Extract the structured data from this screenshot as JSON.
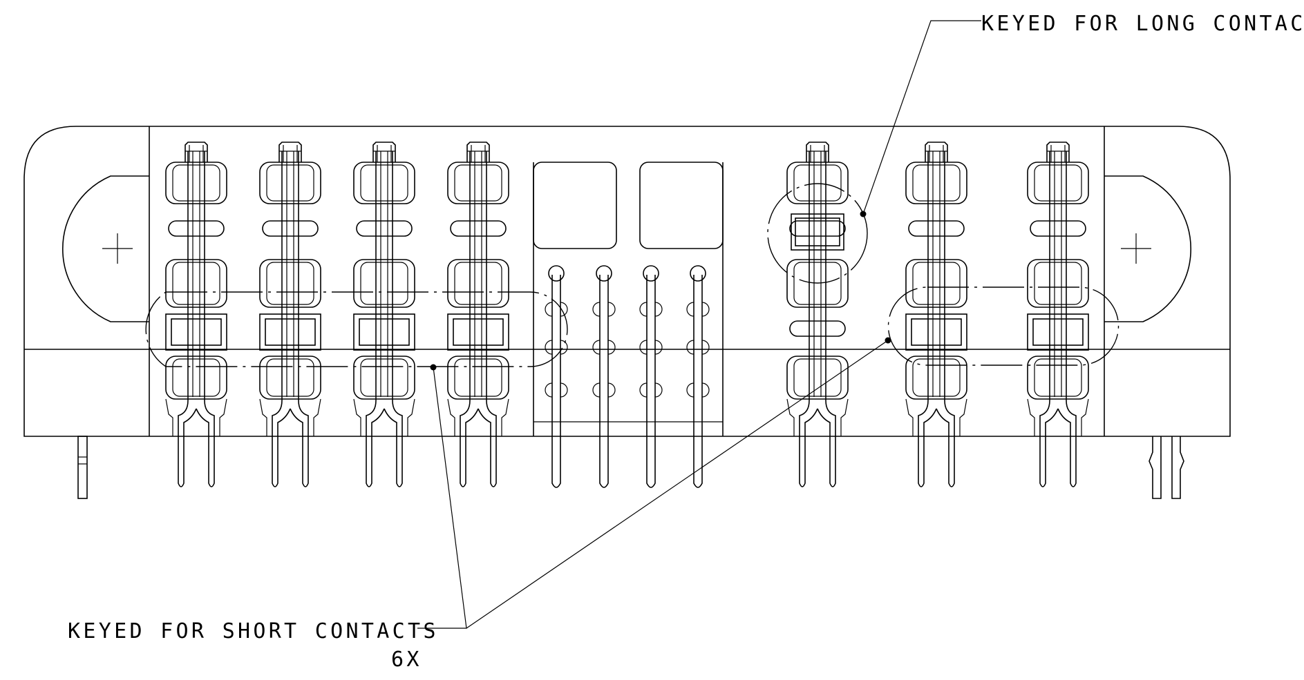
{
  "callouts": {
    "long_contact": "KEYED FOR LONG CONTACT",
    "short_contacts": "KEYED FOR SHORT CONTACTS",
    "short_contacts_qty": "6X"
  },
  "colors": {
    "line": "#000000",
    "background": "#ffffff"
  }
}
